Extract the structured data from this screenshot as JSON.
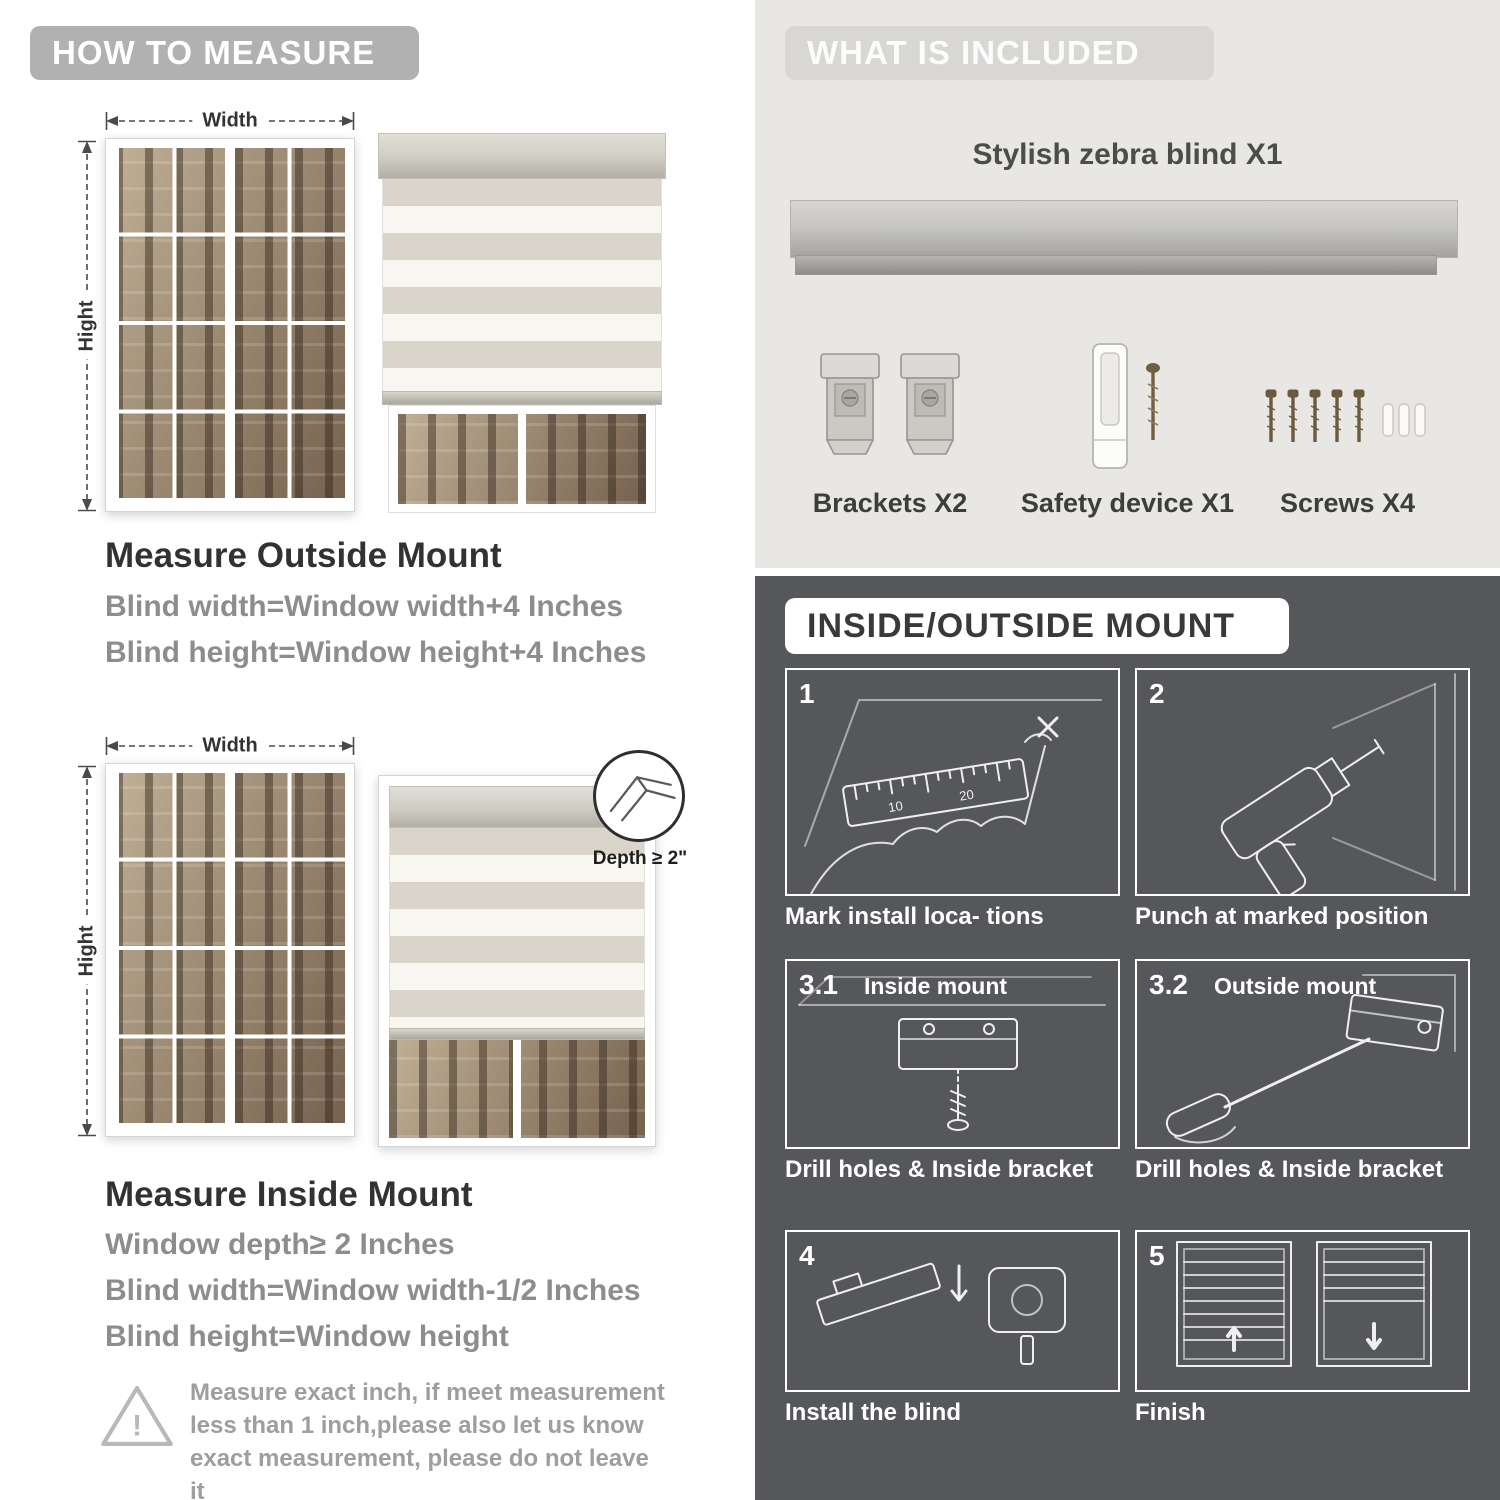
{
  "left": {
    "header": "HOW TO MEASURE",
    "outside": {
      "width_label": "Width",
      "height_label": "Hight",
      "title": "Measure Outside Mount",
      "lines": [
        "Blind width=Window width+4 Inches",
        "Blind height=Window height+4 Inches"
      ]
    },
    "inside": {
      "width_label": "Width",
      "height_label": "Hight",
      "depth_label": "Depth ≥ 2\"",
      "title": "Measure Inside Mount",
      "lines": [
        "Window depth≥ 2 Inches",
        "Blind width=Window width-1/2 Inches",
        "Blind height=Window height"
      ]
    },
    "warning_text": "Measure exact inch, if meet measurement less than 1 inch,please also let us know exact measurement, please do not leave it"
  },
  "right": {
    "included": {
      "header": "WHAT IS INCLUDED",
      "product_label": "Stylish zebra blind X1",
      "item_labels": [
        "Brackets X2",
        "Safety device X1",
        "Screws X4"
      ]
    },
    "mount": {
      "header": "INSIDE/OUTSIDE MOUNT",
      "steps": [
        {
          "num": "1",
          "sub": "",
          "caption": "Mark install loca- tions"
        },
        {
          "num": "2",
          "sub": "",
          "caption": "Punch at  marked position"
        },
        {
          "num": "3.1",
          "sub": "Inside mount",
          "caption": "Drill holes &  Inside bracket"
        },
        {
          "num": "3.2",
          "sub": "Outside mount",
          "caption": "Drill holes &  Inside bracket"
        },
        {
          "num": "4",
          "sub": "",
          "caption": "Install the blind"
        },
        {
          "num": "5",
          "sub": "",
          "caption": "Finish"
        }
      ]
    }
  }
}
